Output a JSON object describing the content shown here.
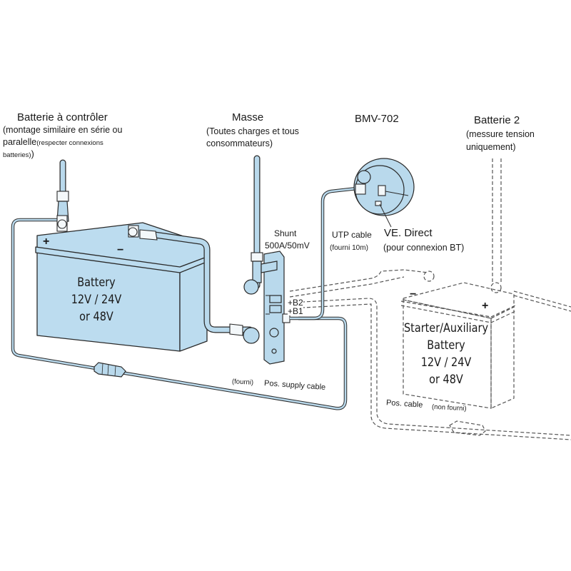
{
  "labels": {
    "battery_to_monitor": {
      "title": "Batterie à contrôler",
      "line1": "(montage similaire en série ou",
      "line2_main": "paralelle",
      "line2_small": "(respecter connexions",
      "line3_small": "batteries)",
      "line3_close": ")"
    },
    "ground": {
      "title": "Masse",
      "line1": "(Toutes charges et tous",
      "line2": "consommateurs)"
    },
    "monitor": {
      "title": "BMV-702"
    },
    "battery2": {
      "title": "Batterie 2",
      "line1": "(messure tension",
      "line2": "uniquement)"
    },
    "shunt": {
      "line1": "Shunt",
      "line2": "500A/50mV"
    },
    "utp_cable": {
      "line1": "UTP cable",
      "line2": "(fourni 10m)"
    },
    "ve_direct": {
      "title": "VE. Direct",
      "sub": "(pour connexion BT)"
    },
    "terminals": {
      "b2": "+B2",
      "b1": "+B1"
    },
    "pos_supply": {
      "note": "(fourni)",
      "label": "Pos. supply cable"
    },
    "pos_cable": {
      "label": "Pos. cable",
      "note": "(non fourni)"
    }
  },
  "main_battery": {
    "plus": "+",
    "minus": "−",
    "line1": "Battery",
    "line2": "12V  / 24V",
    "line3": "or 48V"
  },
  "aux_battery": {
    "plus": "+",
    "minus": "−",
    "line1": "Starter/Auxiliary",
    "line2": "Battery",
    "line3": "12V  / 24V",
    "line4": "or 48V"
  },
  "colors": {
    "cable_fill": "#b9d9ec",
    "battery_fill": "#bcdcef",
    "outline": "#2a2a2a",
    "dashed": "#555555"
  }
}
